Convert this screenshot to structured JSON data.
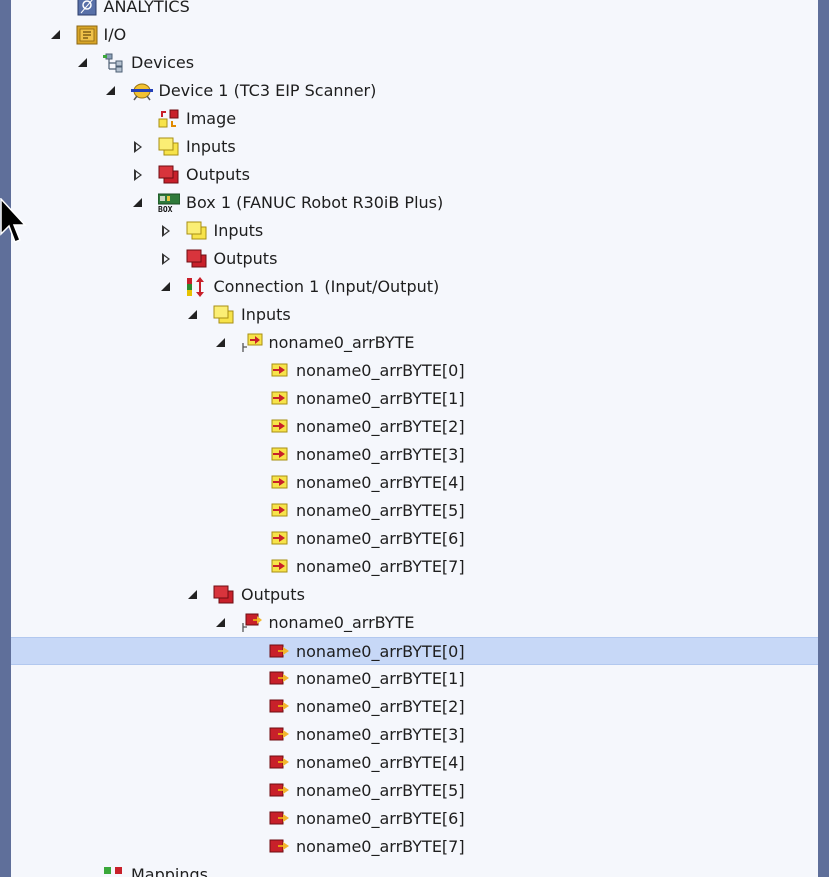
{
  "tree": {
    "rows": [
      {
        "label": "ANALYTICS",
        "level": 3,
        "expander": "none",
        "icon": "analytics-icon"
      },
      {
        "label": "I/O",
        "level": 3,
        "expander": "open",
        "icon": "io-folder-icon"
      },
      {
        "label": "Devices",
        "level": 4,
        "expander": "open",
        "icon": "devices-tree-icon"
      },
      {
        "label": "Device 1 (TC3 EIP Scanner)",
        "level": 5,
        "expander": "open",
        "icon": "ethernetip-device-icon"
      },
      {
        "label": "Image",
        "level": 6,
        "expander": "none",
        "icon": "process-image-icon"
      },
      {
        "label": "Inputs",
        "level": 6,
        "expander": "closed",
        "icon": "inputs-folder-icon"
      },
      {
        "label": "Outputs",
        "level": 6,
        "expander": "closed",
        "icon": "outputs-folder-icon"
      },
      {
        "label": "Box 1 (FANUC Robot R30iB Plus)",
        "level": 6,
        "expander": "open",
        "icon": "box-icon"
      },
      {
        "label": "Inputs",
        "level": 7,
        "expander": "closed",
        "icon": "inputs-folder-icon"
      },
      {
        "label": "Outputs",
        "level": 7,
        "expander": "closed",
        "icon": "outputs-folder-icon"
      },
      {
        "label": "Connection 1 (Input/Output)",
        "level": 7,
        "expander": "open",
        "icon": "connection-icon"
      },
      {
        "label": "Inputs",
        "level": 8,
        "expander": "open",
        "icon": "inputs-folder-icon"
      },
      {
        "label": "noname0_arrBYTE",
        "level": 9,
        "expander": "open",
        "icon": "input-array-icon"
      },
      {
        "label": "noname0_arrBYTE[0]",
        "level": 10,
        "expander": "none",
        "icon": "input-variable-icon"
      },
      {
        "label": "noname0_arrBYTE[1]",
        "level": 10,
        "expander": "none",
        "icon": "input-variable-icon"
      },
      {
        "label": "noname0_arrBYTE[2]",
        "level": 10,
        "expander": "none",
        "icon": "input-variable-icon"
      },
      {
        "label": "noname0_arrBYTE[3]",
        "level": 10,
        "expander": "none",
        "icon": "input-variable-icon"
      },
      {
        "label": "noname0_arrBYTE[4]",
        "level": 10,
        "expander": "none",
        "icon": "input-variable-icon"
      },
      {
        "label": "noname0_arrBYTE[5]",
        "level": 10,
        "expander": "none",
        "icon": "input-variable-icon"
      },
      {
        "label": "noname0_arrBYTE[6]",
        "level": 10,
        "expander": "none",
        "icon": "input-variable-icon"
      },
      {
        "label": "noname0_arrBYTE[7]",
        "level": 10,
        "expander": "none",
        "icon": "input-variable-icon"
      },
      {
        "label": "Outputs",
        "level": 8,
        "expander": "open",
        "icon": "outputs-folder-icon"
      },
      {
        "label": "noname0_arrBYTE",
        "level": 9,
        "expander": "open",
        "icon": "output-array-icon"
      },
      {
        "label": "noname0_arrBYTE[0]",
        "level": 10,
        "expander": "none",
        "icon": "output-variable-icon",
        "selected": true
      },
      {
        "label": "noname0_arrBYTE[1]",
        "level": 10,
        "expander": "none",
        "icon": "output-variable-icon"
      },
      {
        "label": "noname0_arrBYTE[2]",
        "level": 10,
        "expander": "none",
        "icon": "output-variable-icon"
      },
      {
        "label": "noname0_arrBYTE[3]",
        "level": 10,
        "expander": "none",
        "icon": "output-variable-icon"
      },
      {
        "label": "noname0_arrBYTE[4]",
        "level": 10,
        "expander": "none",
        "icon": "output-variable-icon"
      },
      {
        "label": "noname0_arrBYTE[5]",
        "level": 10,
        "expander": "none",
        "icon": "output-variable-icon"
      },
      {
        "label": "noname0_arrBYTE[6]",
        "level": 10,
        "expander": "none",
        "icon": "output-variable-icon"
      },
      {
        "label": "noname0_arrBYTE[7]",
        "level": 10,
        "expander": "none",
        "icon": "output-variable-icon"
      },
      {
        "label": "Mappings",
        "level": 4,
        "expander": "none",
        "icon": "mappings-icon"
      }
    ]
  },
  "colors": {
    "selection": "#c7d8f7",
    "panel_background": "#f5f7fc",
    "frame": "#5f6f9a",
    "input_yellow": "#f7e34a",
    "output_red": "#c8202a"
  }
}
